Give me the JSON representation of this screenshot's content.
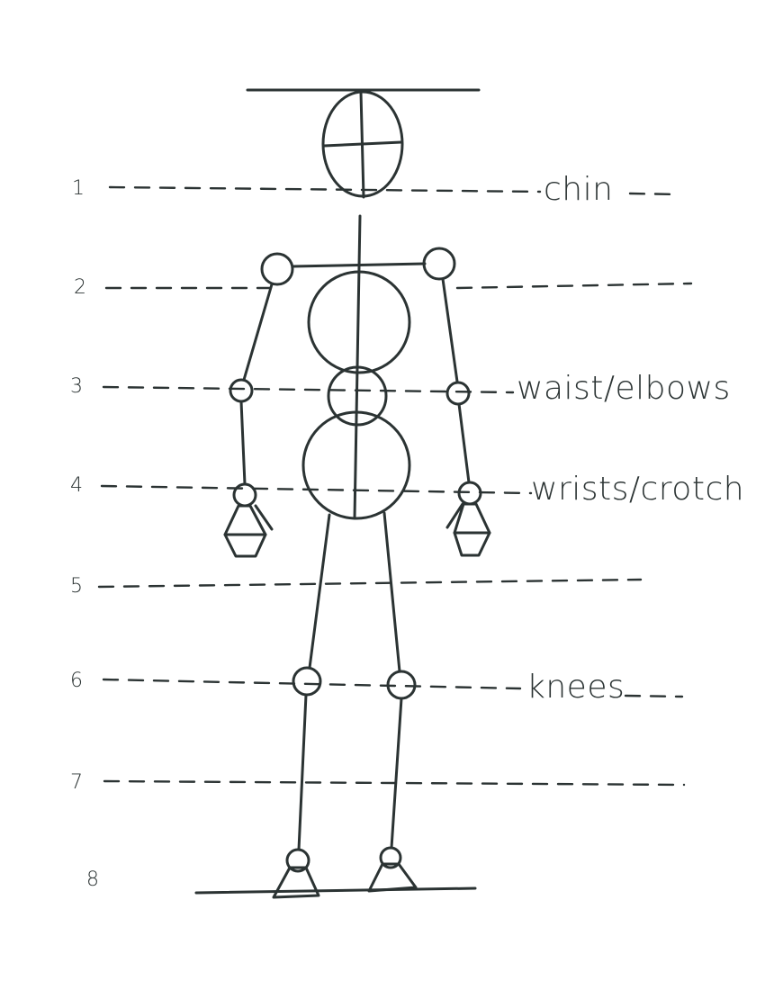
{
  "head_units": [
    {
      "number": "1",
      "label": "chin"
    },
    {
      "number": "2",
      "label": ""
    },
    {
      "number": "3",
      "label": "waist/elbows"
    },
    {
      "number": "4",
      "label": "wrists/crotch"
    },
    {
      "number": "5",
      "label": ""
    },
    {
      "number": "6",
      "label": "knees"
    },
    {
      "number": "7",
      "label": ""
    },
    {
      "number": "8",
      "label": ""
    }
  ],
  "colors": {
    "ink": "#2b3333",
    "paper": "#ffffff"
  }
}
